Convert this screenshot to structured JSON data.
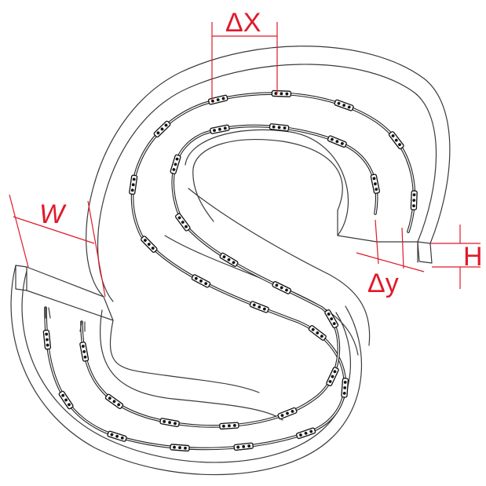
{
  "dimensions": {
    "delta_x": "ΔX",
    "delta_y": "Δy",
    "width": "W",
    "height": "H"
  },
  "colors": {
    "dimension": "#e0192b",
    "outline": "#3a3a3a",
    "cable": "#222222"
  },
  "led_strings": {
    "outer_module_count": 18,
    "inner_module_count": 15
  }
}
